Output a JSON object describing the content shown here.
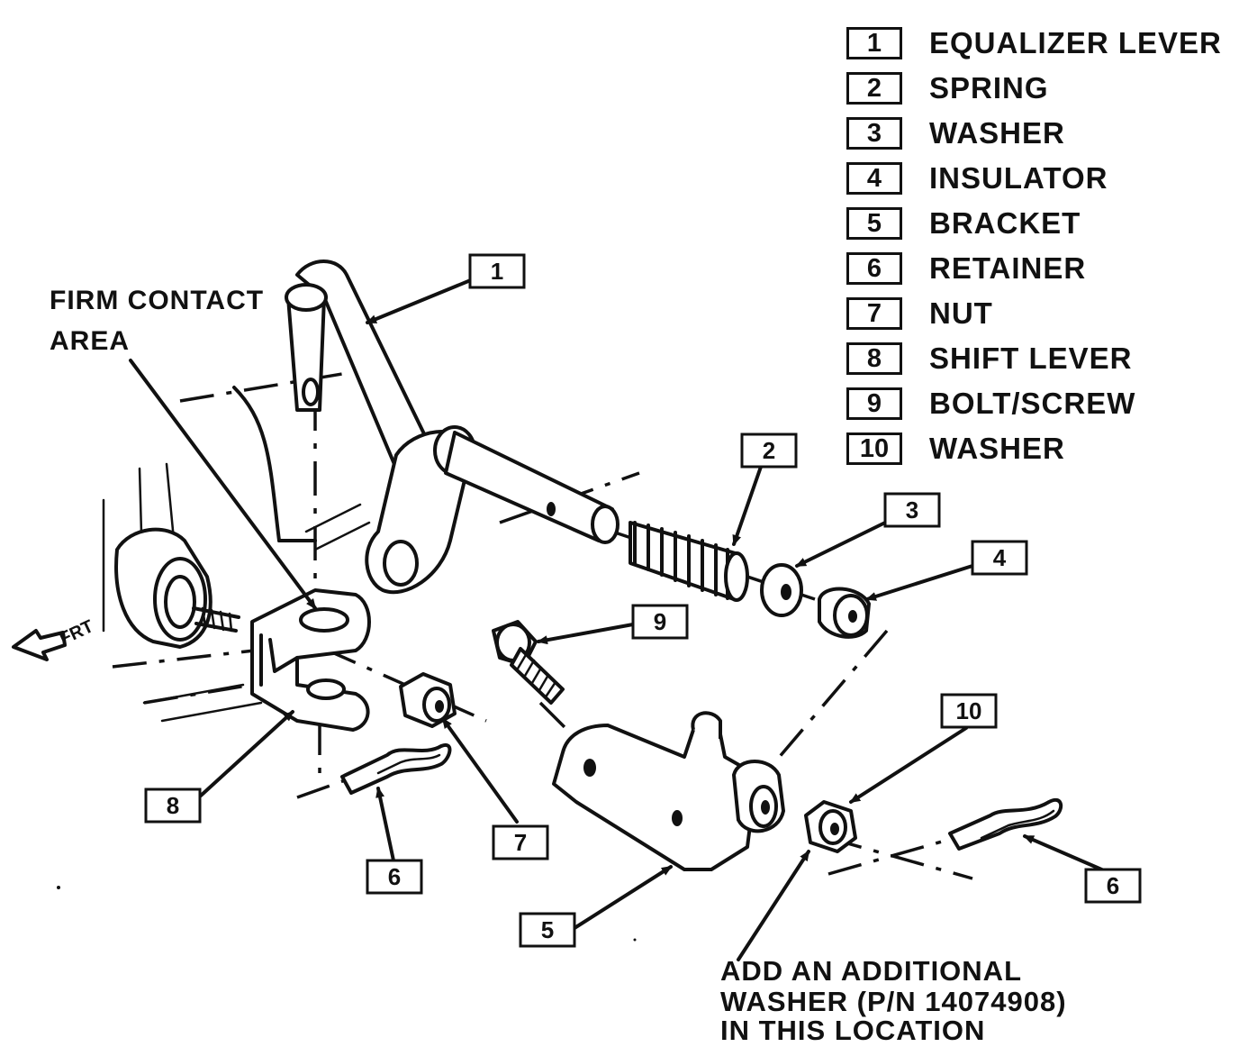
{
  "legend": [
    {
      "num": "1",
      "label": "EQUALIZER LEVER"
    },
    {
      "num": "2",
      "label": "SPRING"
    },
    {
      "num": "3",
      "label": "WASHER"
    },
    {
      "num": "4",
      "label": "INSULATOR"
    },
    {
      "num": "5",
      "label": "BRACKET"
    },
    {
      "num": "6",
      "label": "RETAINER"
    },
    {
      "num": "7",
      "label": "NUT"
    },
    {
      "num": "8",
      "label": "SHIFT LEVER"
    },
    {
      "num": "9",
      "label": "BOLT/SCREW"
    },
    {
      "num": "10",
      "label": "WASHER"
    }
  ],
  "callouts": {
    "c1": "1",
    "c2": "2",
    "c3": "3",
    "c4": "4",
    "c5": "5",
    "c6a": "6",
    "c6b": "6",
    "c7": "7",
    "c8": "8",
    "c9": "9",
    "c10": "10"
  },
  "labels": {
    "firm_contact_line1": "FIRM CONTACT",
    "firm_contact_line2": "AREA",
    "frt": "FRT"
  },
  "note": {
    "line1": "ADD AN ADDITIONAL",
    "line2": "WASHER (P/N 14074908)",
    "line3": "IN THIS LOCATION"
  }
}
